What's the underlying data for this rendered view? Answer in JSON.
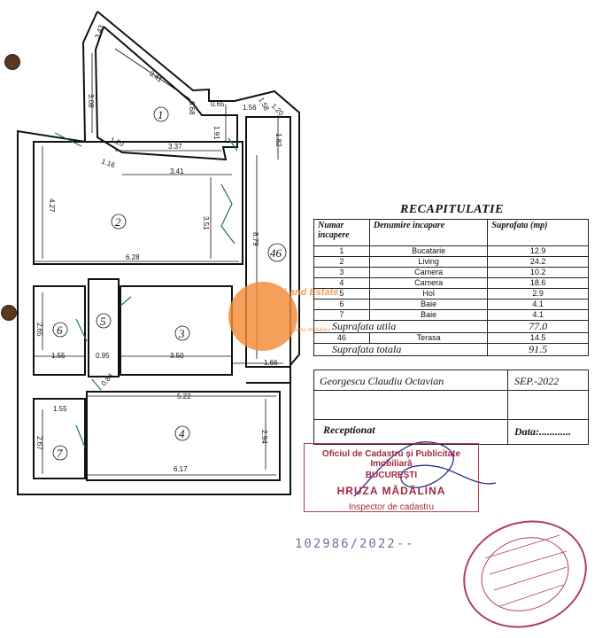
{
  "plan": {
    "rooms": [
      "1",
      "2",
      "3",
      "4",
      "5",
      "6",
      "7",
      "46"
    ],
    "dimensions": {
      "d343": "3.43",
      "d308": "3.08",
      "d341a": "3.41",
      "d068": "0.68",
      "d065": "0.65",
      "d120": "1.20",
      "d337": "3.37",
      "d116": "1.16",
      "d341b": "3.41",
      "d191": "1.91",
      "d156": "1.56",
      "d158": "1.58",
      "d120b": "1.20",
      "d182": "1.82",
      "d427": "4.27",
      "d351": "3.51",
      "d879": "8.79",
      "d628": "6.28",
      "d265": "2.65",
      "d155a": "1.55",
      "d095": "0.95",
      "d350": "3.50",
      "d166": "1.66",
      "d084": "0.84",
      "d522": "5.22",
      "d155b": "1.55",
      "d267": "2.67",
      "d294": "2.94",
      "d617": "6.17"
    }
  },
  "recap": {
    "title": "RECAPITULATIE",
    "headers": {
      "numar": "Numar incapere",
      "denumire": "Denumire incapare",
      "suprafata": "Suprafata (mp)"
    },
    "rows": [
      {
        "nr": "1",
        "name": "Bucatarie",
        "area": "12.9"
      },
      {
        "nr": "2",
        "name": "Living",
        "area": "24.2"
      },
      {
        "nr": "3",
        "name": "Camera",
        "area": "10.2"
      },
      {
        "nr": "4",
        "name": "Camera",
        "area": "18.6"
      },
      {
        "nr": "5",
        "name": "Hol",
        "area": "2.9"
      },
      {
        "nr": "6",
        "name": "Baie",
        "area": "4.1"
      },
      {
        "nr": "7",
        "name": "Baie",
        "area": "4.1"
      }
    ],
    "utila_label": "Suprafata utila",
    "utila_value": "77.0",
    "terasa": {
      "nr": "46",
      "name": "Terasa",
      "area": "14.5"
    },
    "totala_label": "Suprafata totala",
    "totala_value": "91.5"
  },
  "signature": {
    "name": "Georgescu Claudiu Octavian",
    "date": "SEP.-2022",
    "receptionat": "Receptionat",
    "data_label": "Data:............"
  },
  "stamp": {
    "line1": "Oficiul de Cadastru şi Publicitate Imobiliară",
    "line2": "BUCUREŞTI",
    "line3": "HRUZA MĂDĂLINA",
    "line4": "Inspector de cadastru"
  },
  "registration": "102986/2022--",
  "watermark": {
    "brand": "Land Estate",
    "sub": "agentie imobiliara",
    "color": "#f28a36"
  },
  "colors": {
    "stamp": "#a02b3d",
    "seal": "#b0405a",
    "regnum": "#6b74a0"
  }
}
